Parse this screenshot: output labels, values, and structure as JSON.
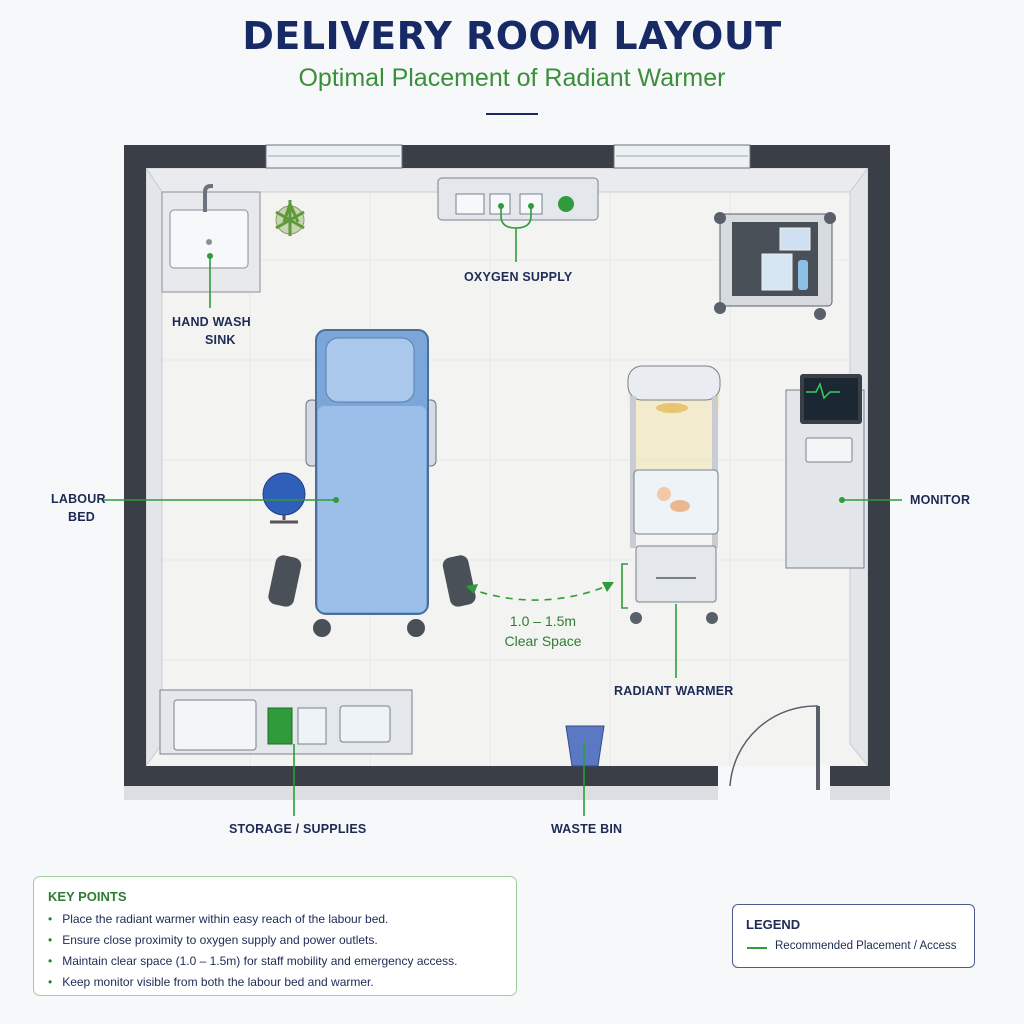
{
  "header": {
    "title": "DELIVERY ROOM LAYOUT",
    "subtitle": "Optimal Placement of Radiant Warmer"
  },
  "labels": {
    "oxygen": "OXYGEN SUPPLY",
    "sink_line1": "HAND WASH",
    "sink_line2": "SINK",
    "bed_line1": "LABOUR",
    "bed_line2": "BED",
    "monitor": "MONITOR",
    "warmer": "RADIANT WARMER",
    "storage": "STORAGE / SUPPLIES",
    "waste": "WASTE BIN",
    "clearance_line1": "1.0 – 1.5m",
    "clearance_line2": "Clear Space"
  },
  "key_points": {
    "title": "KEY POINTS",
    "items": [
      "Place the radiant warmer within easy reach of the labour bed.",
      "Ensure close proximity to oxygen supply and power outlets.",
      "Maintain clear space (1.0 – 1.5m) for staff mobility and emergency access.",
      "Keep monitor visible from both the labour bed and warmer."
    ]
  },
  "legend": {
    "title": "LEGEND",
    "item": "Recommended Placement / Access"
  },
  "colors": {
    "title": "#172a66",
    "accent_green": "#2f9b3a",
    "wall": "#3a3f47",
    "bed": "#8fb7e6",
    "floor": "#f3f4f2"
  },
  "icons": [
    "sink-icon",
    "plant-icon",
    "oxygen-panel-icon",
    "cart-icon",
    "labour-bed-icon",
    "stool-icon",
    "radiant-warmer-icon",
    "monitor-icon",
    "storage-counter-icon",
    "waste-bin-icon",
    "door-icon"
  ]
}
